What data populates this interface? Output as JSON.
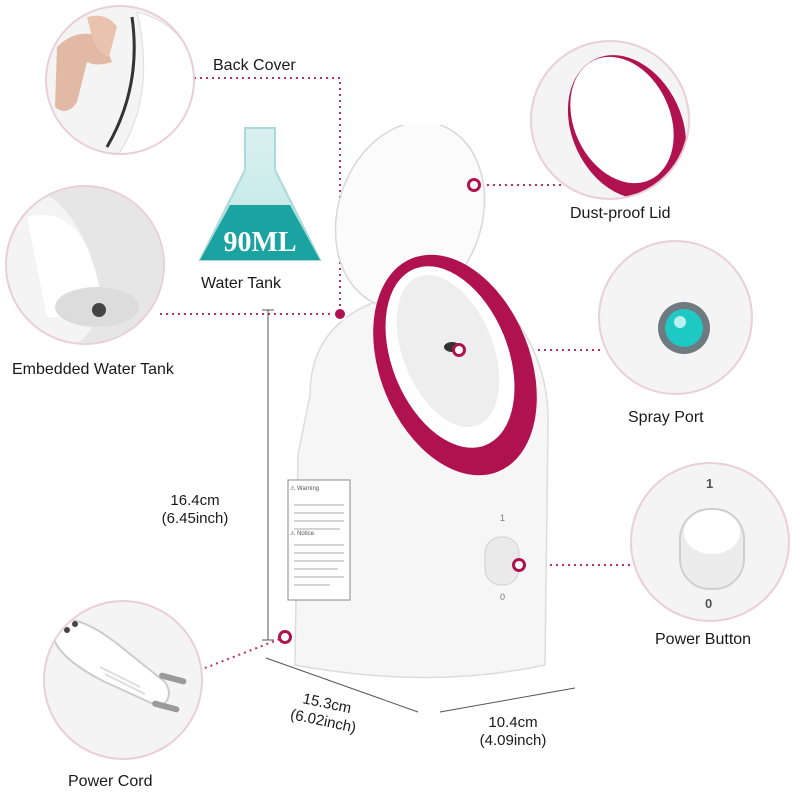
{
  "labels": {
    "back_cover": "Back Cover",
    "dust_proof_lid": "Dust-proof Lid",
    "embedded_water_tank": "Embedded Water Tank",
    "spray_port": "Spray Port",
    "power_button": "Power Button",
    "power_cord": "Power Cord",
    "water_tank": "Water Tank",
    "capacity": "90ML"
  },
  "dimensions": {
    "height_cm": "16.4cm",
    "height_in": "(6.45inch)",
    "depth_cm": "15.3cm",
    "depth_in": "(6.02inch)",
    "width_cm": "10.4cm",
    "width_in": "(4.09inch)"
  },
  "switch_marks": {
    "on": "1",
    "off": "0"
  },
  "device_label": {
    "warning": "⚠ Warning",
    "notice": "⚠ Notice"
  },
  "colors": {
    "accent": "#b0124f",
    "teal": "#1aa3a0",
    "dotted_line": "#c0305a"
  }
}
